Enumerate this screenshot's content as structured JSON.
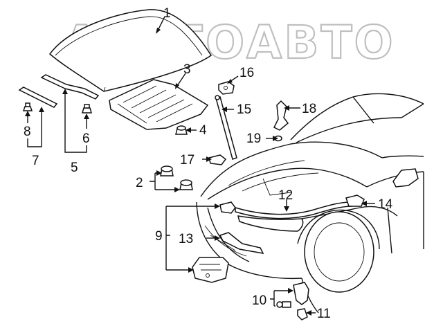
{
  "watermark": {
    "text": "АЛЕГОАВТО"
  },
  "callouts": [
    {
      "id": "c1",
      "label": "1"
    },
    {
      "id": "c2",
      "label": "2"
    },
    {
      "id": "c3",
      "label": "3"
    },
    {
      "id": "c4",
      "label": "4"
    },
    {
      "id": "c5",
      "label": "5"
    },
    {
      "id": "c6",
      "label": "6"
    },
    {
      "id": "c7",
      "label": "7"
    },
    {
      "id": "c8",
      "label": "8"
    },
    {
      "id": "c9",
      "label": "9"
    },
    {
      "id": "c10",
      "label": "10"
    },
    {
      "id": "c11",
      "label": "11"
    },
    {
      "id": "c12",
      "label": "12"
    },
    {
      "id": "c13",
      "label": "13"
    },
    {
      "id": "c14",
      "label": "14"
    },
    {
      "id": "c15",
      "label": "15"
    },
    {
      "id": "c16",
      "label": "16"
    },
    {
      "id": "c17",
      "label": "17"
    },
    {
      "id": "c18",
      "label": "18"
    },
    {
      "id": "c19",
      "label": "19"
    }
  ]
}
